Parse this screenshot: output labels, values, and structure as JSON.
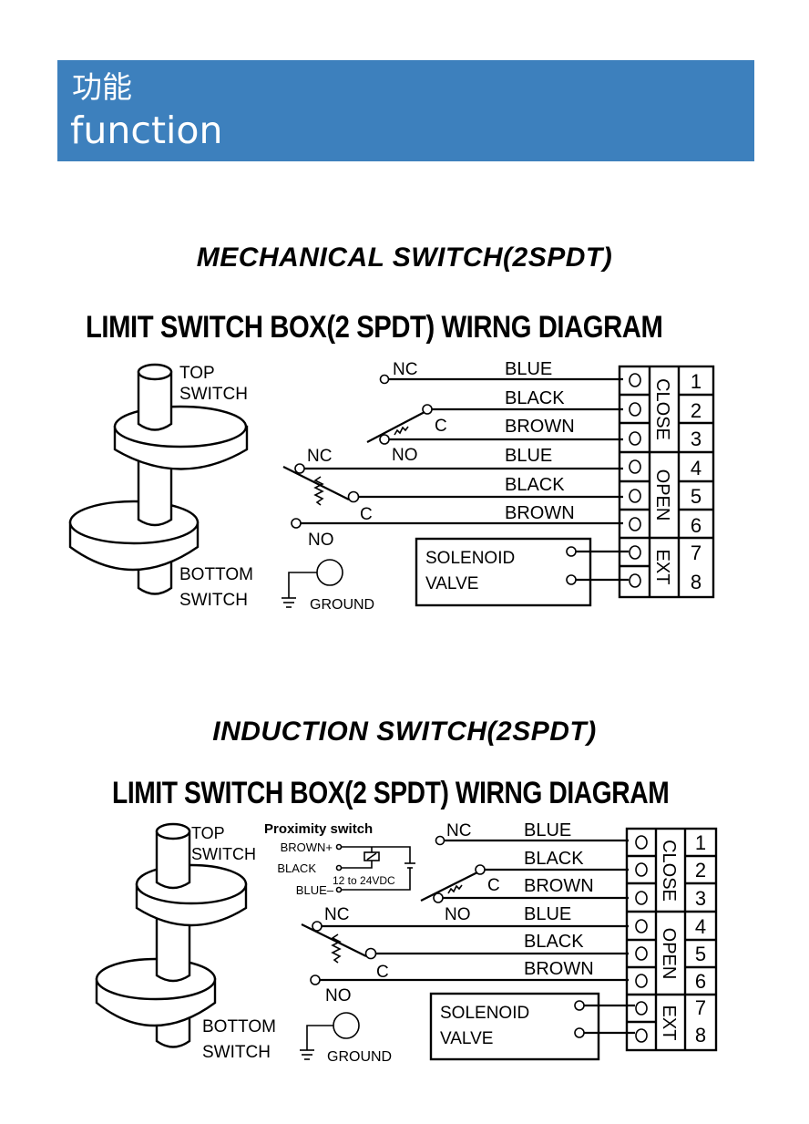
{
  "banner": {
    "title_cn": "功能",
    "title_en": "function",
    "color": "#3d80bd"
  },
  "sections": [
    {
      "heading": "MECHANICAL SWITCH(2SPDT)",
      "diagram_title": "LIMIT SWITCH BOX(2 SPDT) WIRNG DIAGRAM",
      "switch_labels": {
        "top": [
          "TOP",
          "SWITCH"
        ],
        "bottom": [
          "BOTTOM",
          "SWITCH"
        ],
        "ground": "GROUND"
      },
      "top_switch": {
        "nc": "NC",
        "c": "C",
        "no": "NO"
      },
      "bottom_switch": {
        "nc": "NC",
        "c": "C",
        "no": "NO"
      },
      "wires": [
        "BLUE",
        "BLACK",
        "BROWN",
        "BLUE",
        "BLACK",
        "BROWN"
      ],
      "terminal_groups": [
        "CLOSE",
        "OPEN",
        "EXT"
      ],
      "terminal_numbers": [
        "1",
        "2",
        "3",
        "4",
        "5",
        "6",
        "7",
        "8"
      ],
      "solenoid": [
        "SOLENOID",
        "VALVE"
      ]
    },
    {
      "heading": "INDUCTION  SWITCH(2SPDT)",
      "diagram_title": "LIMIT SWITCH BOX(2 SPDT) WIRNG DIAGRAM",
      "switch_labels": {
        "top": [
          "TOP",
          "SWITCH"
        ],
        "bottom": [
          "BOTTOM",
          "SWITCH"
        ],
        "ground": "GROUND"
      },
      "proximity": {
        "title": "Proximity switch",
        "pins": [
          "BROWN+",
          "BLACK",
          "BLUE–"
        ],
        "voltage": "12 to 24VDC"
      },
      "top_switch": {
        "nc": "NC",
        "c": "C",
        "no": "NO"
      },
      "bottom_switch": {
        "nc": "NC",
        "c": "C",
        "no": "NO"
      },
      "wires": [
        "BLUE",
        "BLACK",
        "BROWN",
        "BLUE",
        "BLACK",
        "BROWN"
      ],
      "terminal_groups": [
        "CLOSE",
        "OPEN",
        "EXT"
      ],
      "terminal_numbers": [
        "1",
        "2",
        "3",
        "4",
        "5",
        "6",
        "7",
        "8"
      ],
      "solenoid": [
        "SOLENOID",
        "VALVE"
      ]
    }
  ]
}
